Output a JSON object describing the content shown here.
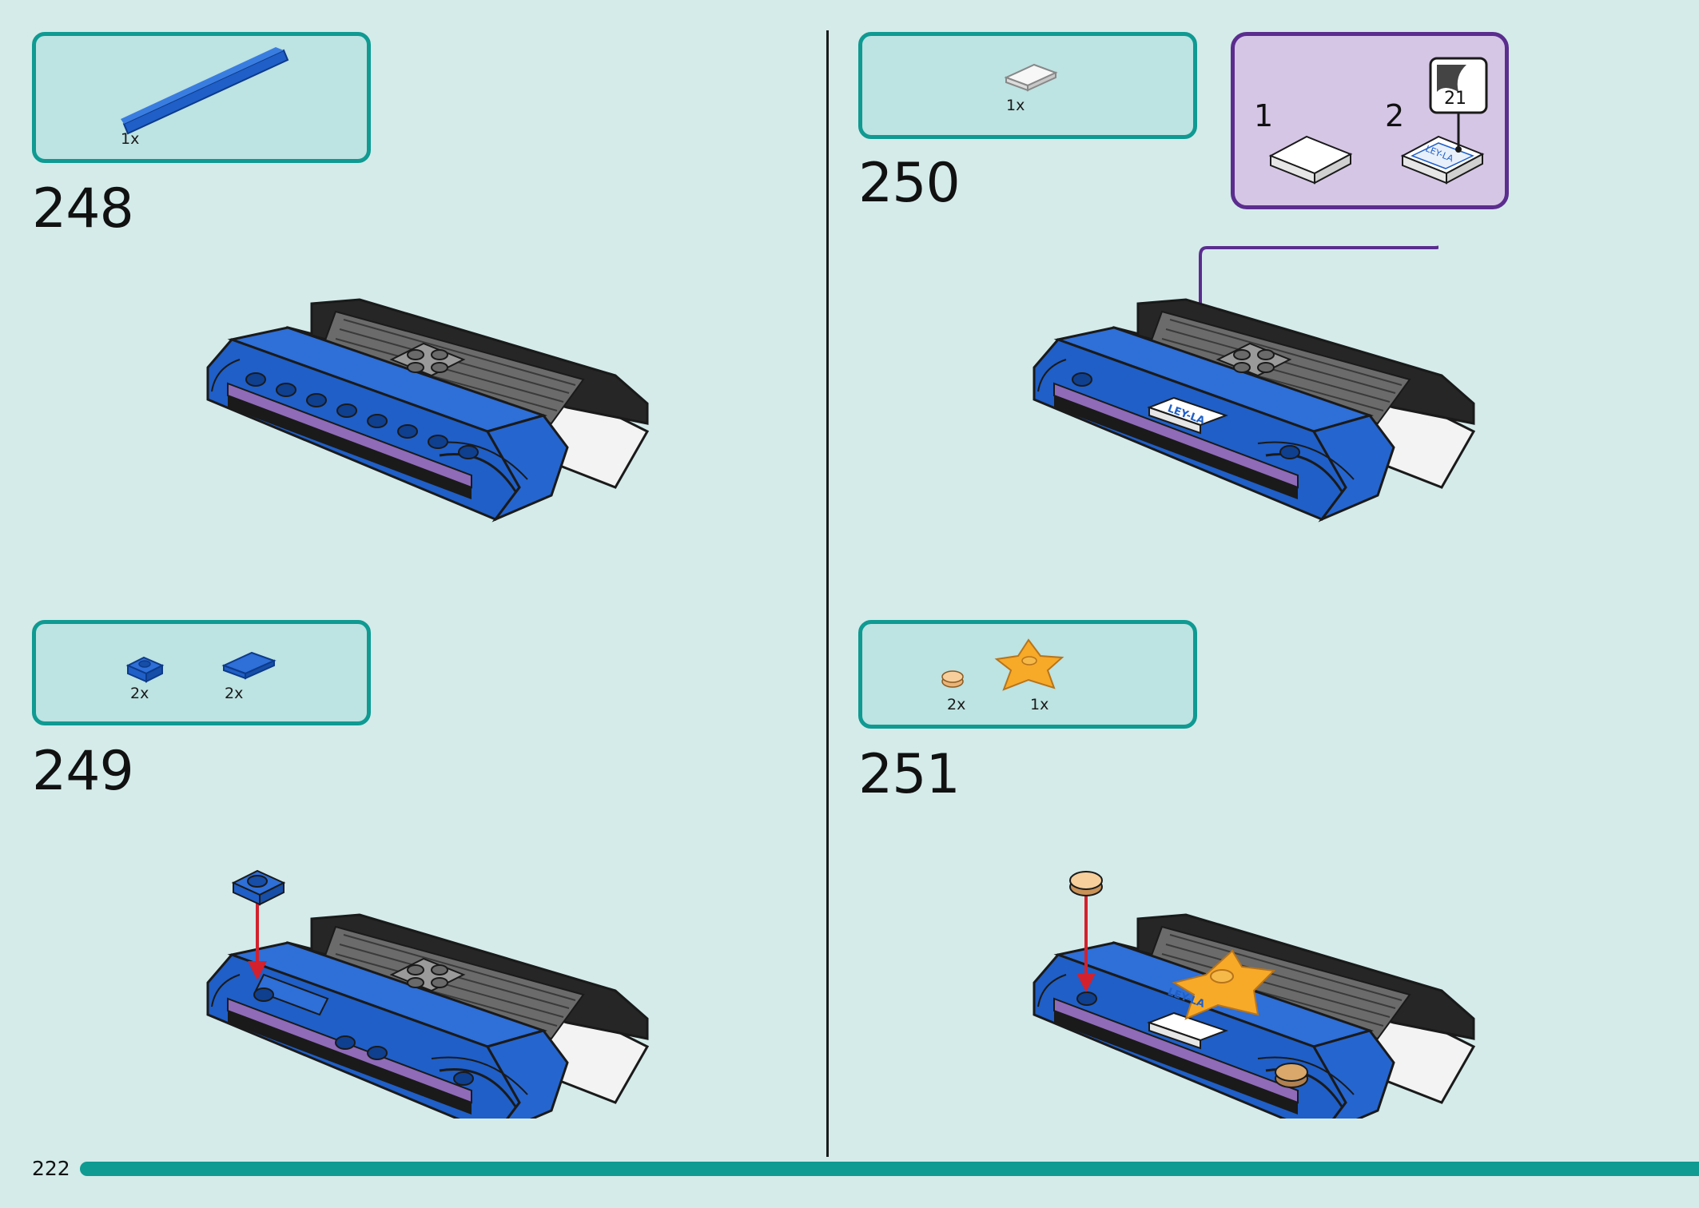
{
  "page": {
    "number": "222"
  },
  "steps": [
    {
      "number": "248",
      "parts": [
        {
          "qty": "1x",
          "part": "blue-long-tile"
        }
      ]
    },
    {
      "number": "249",
      "parts": [
        {
          "qty": "2x",
          "part": "blue-1x1-plate"
        },
        {
          "qty": "2x",
          "part": "blue-1x2-tile"
        }
      ]
    },
    {
      "number": "250",
      "parts": [
        {
          "qty": "1x",
          "part": "white-1x2-tile"
        }
      ],
      "callout": {
        "sub_steps": [
          "1",
          "2"
        ],
        "sticker_sheet": "21",
        "sticker_text": "LEY-LA"
      }
    },
    {
      "number": "251",
      "parts": [
        {
          "qty": "2x",
          "part": "tan-round-tile"
        },
        {
          "qty": "1x",
          "part": "orange-star"
        }
      ]
    }
  ],
  "colors": {
    "background": "#d4ebea",
    "parts_box": "#bde3e2",
    "parts_border": "#0f9a92",
    "callout_bg": "#d6c6e6",
    "callout_border": "#5b2d8e",
    "brick_blue": "#1f5fc7",
    "arrow_red": "#d3212d",
    "star_orange": "#f7a928"
  }
}
